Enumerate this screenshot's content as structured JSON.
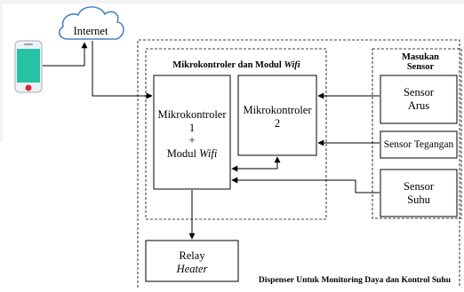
{
  "cloud": {
    "label": "Internet"
  },
  "regions": {
    "dispenser": "Dispenser Untuk Monitoring Daya dan Kontrol Suhu",
    "mcu_group": {
      "prefix": "Mikrokontroler dan Modul ",
      "italic": "Wifi"
    },
    "sensor_group": {
      "line1": "Masukan",
      "line2": "Sensor"
    }
  },
  "blocks": {
    "mcu1": {
      "line1": "Mikrokontroler",
      "line2": "1",
      "line3": "+",
      "line4_prefix": "Modul ",
      "line4_italic": "Wifi"
    },
    "mcu2": {
      "line1": "Mikrokontroler",
      "line2": "2"
    },
    "relay": {
      "line1": "Relay",
      "line2": "Heater"
    },
    "sensor_arus": {
      "line1": "Sensor",
      "line2": "Arus"
    },
    "sensor_tegangan": {
      "line1": "Sensor Tegangan"
    },
    "sensor_suhu": {
      "line1": "Sensor",
      "line2": "Suhu"
    }
  },
  "colors": {
    "line": "#000000",
    "cloud_stroke": "#4a84c6",
    "phone_body": "#eef1f5",
    "phone_screen": "#26c2a4",
    "phone_button": "#e0252d"
  }
}
